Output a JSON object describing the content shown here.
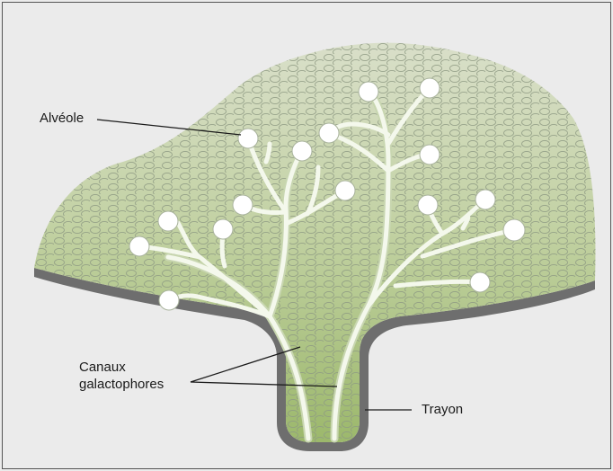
{
  "labels": {
    "alveole": "Alvéole",
    "canaux_line1": "Canaux",
    "canaux_line2": "galactophores",
    "trayon": "Trayon"
  },
  "colors": {
    "background": "#ebebeb",
    "tissue_top": "#d9dfc9",
    "tissue_bottom": "#9cb86c",
    "skin_outline": "#6e6e6e",
    "duct": "#f4f8ec",
    "pattern_circle": "#8e9a83"
  },
  "icons": {
    "structure": "udder-cross-section-illustration"
  }
}
